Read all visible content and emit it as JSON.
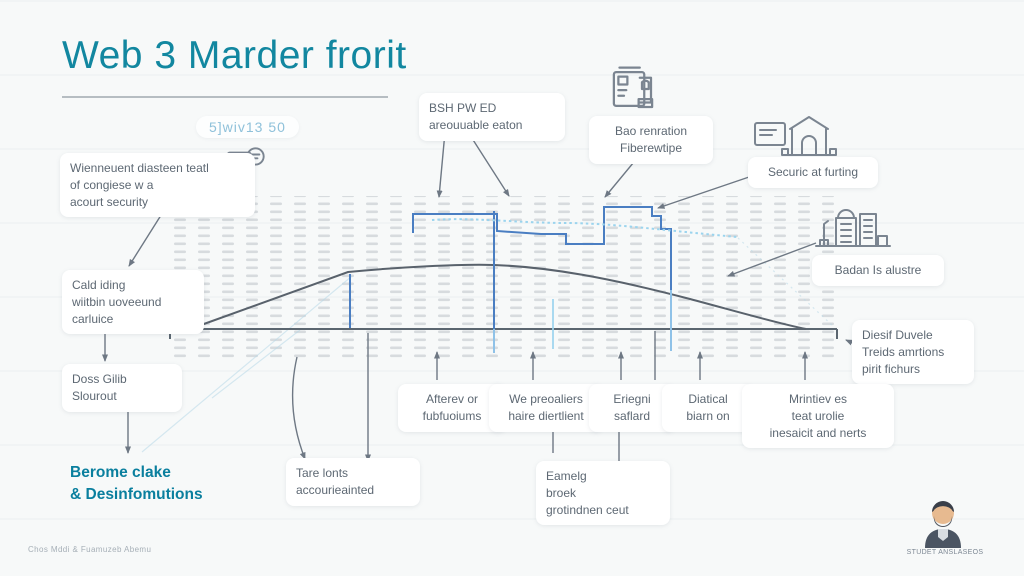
{
  "slide": {
    "title": "Web 3 Marder frorit",
    "badge": "5]wiv13 50",
    "footer": "Chos Mddi & Fuamuzeb Abemu"
  },
  "left": {
    "note_monitor": "Wienneuent diasteen teatl\nof congiese w a\nacourt security",
    "note_cold": "Cald iding\nwiitbin uoveeund\ncarluice",
    "note_doss": "Doss Gilib\nSlourout",
    "note_highlight": "Berome clake\n& Desinfomutions"
  },
  "top": {
    "bsh": "BSH PW ED\nareouuable eaton",
    "bao": "Bao renration\nFiberewtipe",
    "securic": "Securic at furting"
  },
  "right": {
    "badan": "Badan Is alustre",
    "diesif": "Diesif Duvele\nTreids amrtions\npirit fichurs"
  },
  "bottom": {
    "afterev": "Afterev or\nfubfuoiums",
    "wepre": "We preoaliers\nhaire diertlient",
    "eriegni": "Eriegni\nsaflard",
    "diatical": "Diatical\nbiarn on",
    "mrintiev": "Mrintiev es\nteat urolie\ninesaicit and nerts",
    "tare": "Tare lonts\naccourieainted",
    "eamelg": "Eamelg\nbroek\ngrotindnen ceut"
  },
  "avatar": {
    "caption": "STUDET ANSLASEOS"
  },
  "colors": {
    "accent": "#1287a0",
    "highlight": "#0a7f9e",
    "blue": "#4a7ec2",
    "light_blue": "#8fc2e8",
    "cyan": "#9bd4ee",
    "line": "#6e7884",
    "curve": "#59626c"
  }
}
